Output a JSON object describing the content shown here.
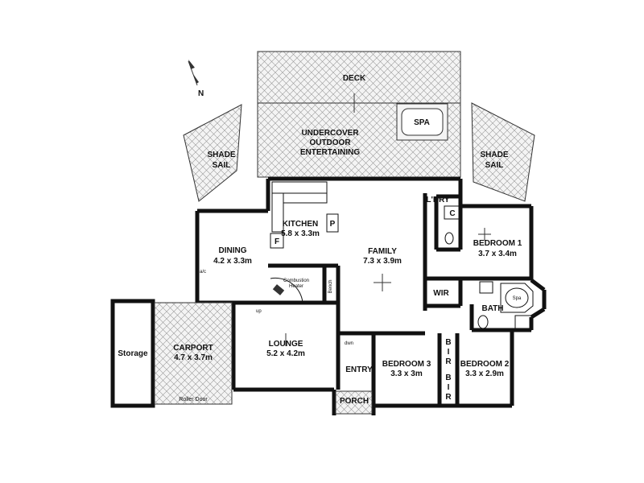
{
  "compass": {
    "label": "N"
  },
  "rooms": {
    "deck": {
      "name": "DECK"
    },
    "spa_outdoor": {
      "name": "SPA"
    },
    "outdoor": {
      "line1": "UNDERCOVER",
      "line2": "OUTDOOR",
      "line3": "ENTERTAINING"
    },
    "shade_left": {
      "line1": "SHADE",
      "line2": "SAIL"
    },
    "shade_right": {
      "line1": "SHADE",
      "line2": "SAIL"
    },
    "kitchen": {
      "name": "KITCHEN",
      "dims": "5.8 x 3.3m"
    },
    "pantry": {
      "name": "P"
    },
    "fridge": {
      "name": "F"
    },
    "dining": {
      "name": "DINING",
      "dims": "4.2 x 3.3m"
    },
    "ac": {
      "name": "a/c"
    },
    "heater": {
      "line1": "Combustion",
      "line2": "Heater"
    },
    "bench": {
      "name": "Bench"
    },
    "family": {
      "name": "FAMILY",
      "dims": "7.3 x 3.9m"
    },
    "laundry": {
      "name": "L'DRY"
    },
    "cupboard": {
      "name": "C"
    },
    "bedroom1": {
      "name": "BEDROOM 1",
      "dims": "3.7 x 3.4m"
    },
    "wir": {
      "name": "WIR"
    },
    "bath": {
      "name": "BATH"
    },
    "spa_bath": {
      "name": "Spa"
    },
    "up": {
      "name": "up"
    },
    "down": {
      "name": "dwn"
    },
    "storage": {
      "name": "Storage"
    },
    "carport": {
      "name": "CARPORT",
      "dims": "4.7 x 3.7m"
    },
    "roller": {
      "name": "Roller Door"
    },
    "lounge": {
      "name": "LOUNGE",
      "dims": "5.2 x 4.2m"
    },
    "entry": {
      "name": "ENTRY"
    },
    "porch": {
      "name": "PORCH"
    },
    "bedroom3": {
      "name": "BEDROOM 3",
      "dims": "3.3 x 3m"
    },
    "bedroom2": {
      "name": "BEDROOM 2",
      "dims": "3.3 x 2.9m"
    },
    "bir_a": {
      "l1": "B",
      "l2": "I",
      "l3": "R"
    },
    "bir_b": {
      "l1": "B",
      "l2": "I",
      "l3": "R"
    }
  }
}
